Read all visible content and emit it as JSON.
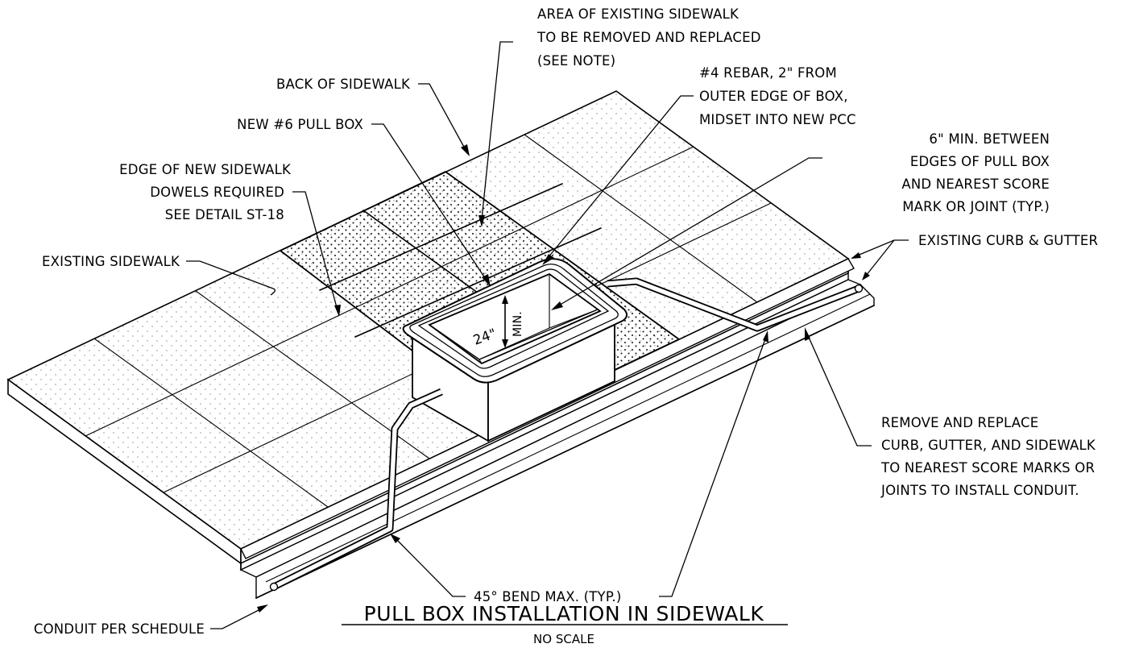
{
  "labels": {
    "area_removed": [
      "AREA OF EXISTING SIDEWALK",
      "TO BE REMOVED AND REPLACED",
      "(SEE NOTE)"
    ],
    "rebar": [
      "#4 REBAR, 2\" FROM",
      "OUTER EDGE OF BOX,",
      "MIDSET INTO NEW PCC"
    ],
    "back_of_sidewalk": "BACK OF SIDEWALK",
    "new_pull_box": "NEW #6 PULL BOX",
    "min_between": [
      "6\" MIN. BETWEEN",
      "EDGES OF PULL BOX",
      "AND NEAREST SCORE",
      "MARK OR JOINT (TYP.)"
    ],
    "edge_new_sidewalk": [
      "EDGE OF NEW SIDEWALK",
      "DOWELS REQUIRED",
      "SEE DETAIL ST-18"
    ],
    "existing_curb": "EXISTING CURB & GUTTER",
    "existing_sidewalk": "EXISTING SIDEWALK",
    "remove_replace": [
      "REMOVE AND REPLACE",
      "CURB, GUTTER, AND SIDEWALK",
      "TO NEAREST SCORE MARKS OR",
      "JOINTS TO INSTALL CONDUIT."
    ],
    "bend": "45° BEND MAX. (TYP.)",
    "conduit": "CONDUIT PER SCHEDULE",
    "depth_value": "24\"",
    "depth_min": "MIN."
  },
  "title": "PULL BOX INSTALLATION IN SIDEWALK",
  "subtitle": "NO SCALE"
}
